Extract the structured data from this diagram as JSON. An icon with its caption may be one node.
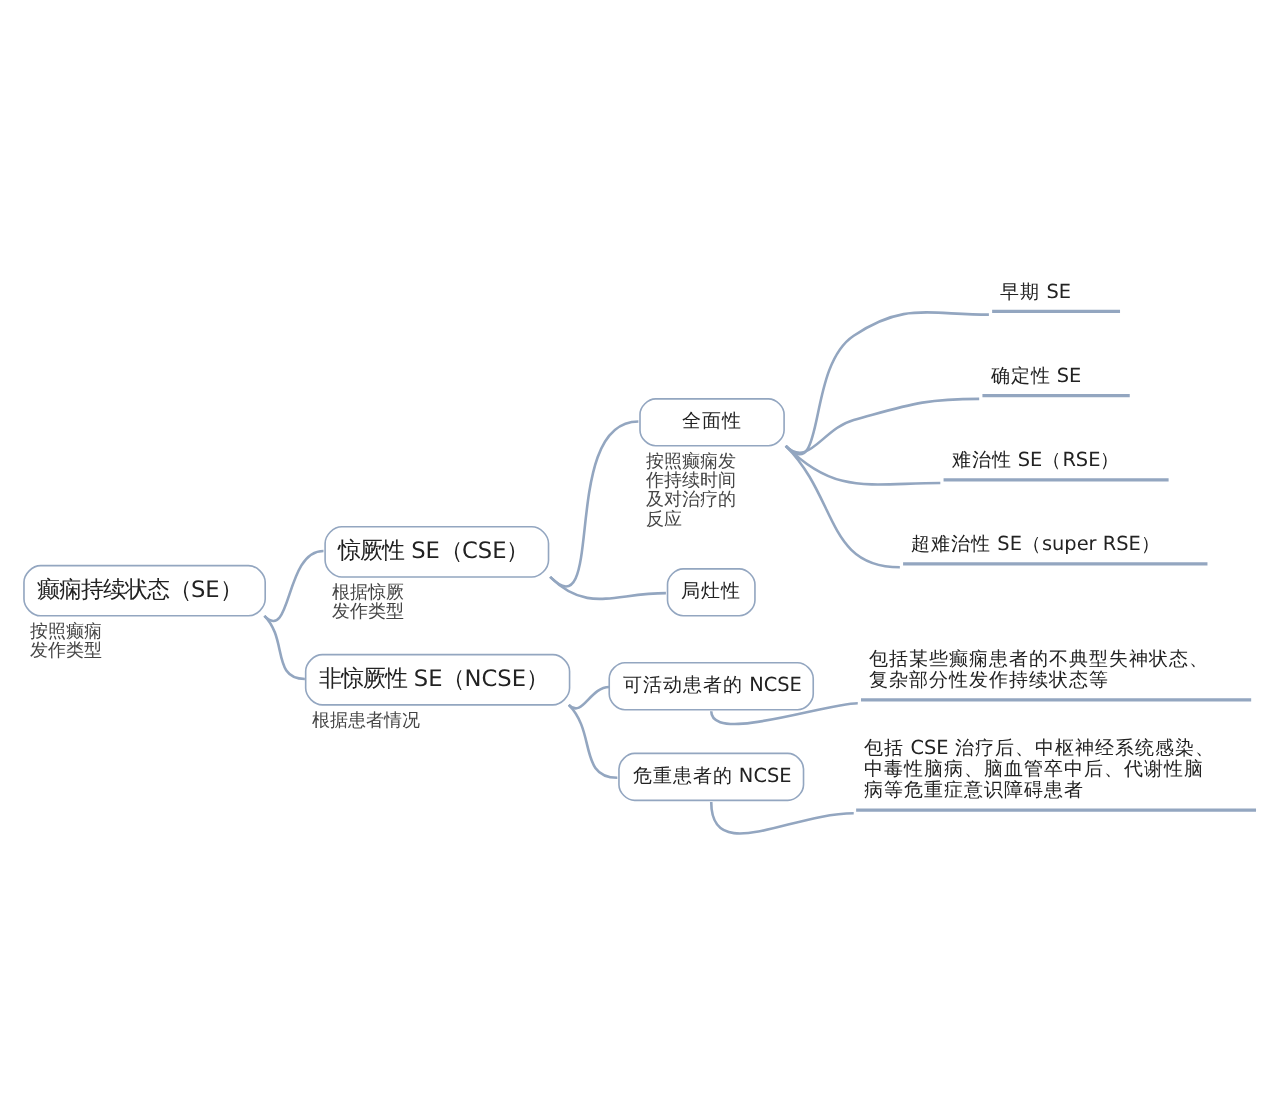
{
  "diagram": {
    "nodes": [
      {
        "text": [
          "癫痫持续状态（SE）"
        ],
        "beside": [
          "按照癫痫发作类型"
        ]
      },
      {
        "text": [
          "惊厥性 SE（CSE）"
        ],
        "beside": [
          "根据惊厥发作类型"
        ]
      },
      {
        "text": [
          "全面性"
        ],
        "beside": [
          "按照癫痫发作持续时间及对治疗的反应"
        ]
      },
      {
        "text": [
          "早期 SE"
        ]
      },
      {
        "text": [
          "确定性 SE"
        ]
      },
      {
        "text": [
          "难治性 SE（RSE）"
        ]
      },
      {
        "text": [
          "超难治性 SE（super RSE）"
        ]
      },
      {
        "text": [
          "局灶性"
        ]
      },
      {
        "text": [
          "非惊厥性 SE（NCSE）"
        ],
        "beside": [
          "根据患者情况"
        ]
      },
      {
        "text": [
          "可活动患者的 NCSE"
        ]
      },
      {
        "text": [
          "包括某些癫痫患者的不典型失神状态、复杂部分性发作持续状态等"
        ]
      },
      {
        "text": [
          "危重患者的 NCSE"
        ]
      },
      {
        "text": [
          "包括 CSE 治疗后、中枢神经系统感染、中毒性脑病、脑血管卒中后、代谢性脑病等危重症意识障碍患者"
        ]
      }
    ],
    "edges": [
      {
        "from": 0,
        "to": 1,
        "arrow": "none"
      },
      {
        "from": 0,
        "to": 8,
        "arrow": "none"
      },
      {
        "from": 1,
        "to": 2,
        "arrow": "none"
      },
      {
        "from": 1,
        "to": 7,
        "arrow": "none"
      },
      {
        "from": 2,
        "to": 3,
        "arrow": "none"
      },
      {
        "from": 2,
        "to": 4,
        "arrow": "none"
      },
      {
        "from": 2,
        "to": 5,
        "arrow": "none"
      },
      {
        "from": 2,
        "to": 6,
        "arrow": "none"
      },
      {
        "from": 8,
        "to": 9,
        "arrow": "none"
      },
      {
        "from": 8,
        "to": 11,
        "arrow": "none"
      },
      {
        "from": 9,
        "to": 10,
        "arrow": "none"
      },
      {
        "from": 11,
        "to": 12,
        "arrow": "none"
      }
    ]
  }
}
